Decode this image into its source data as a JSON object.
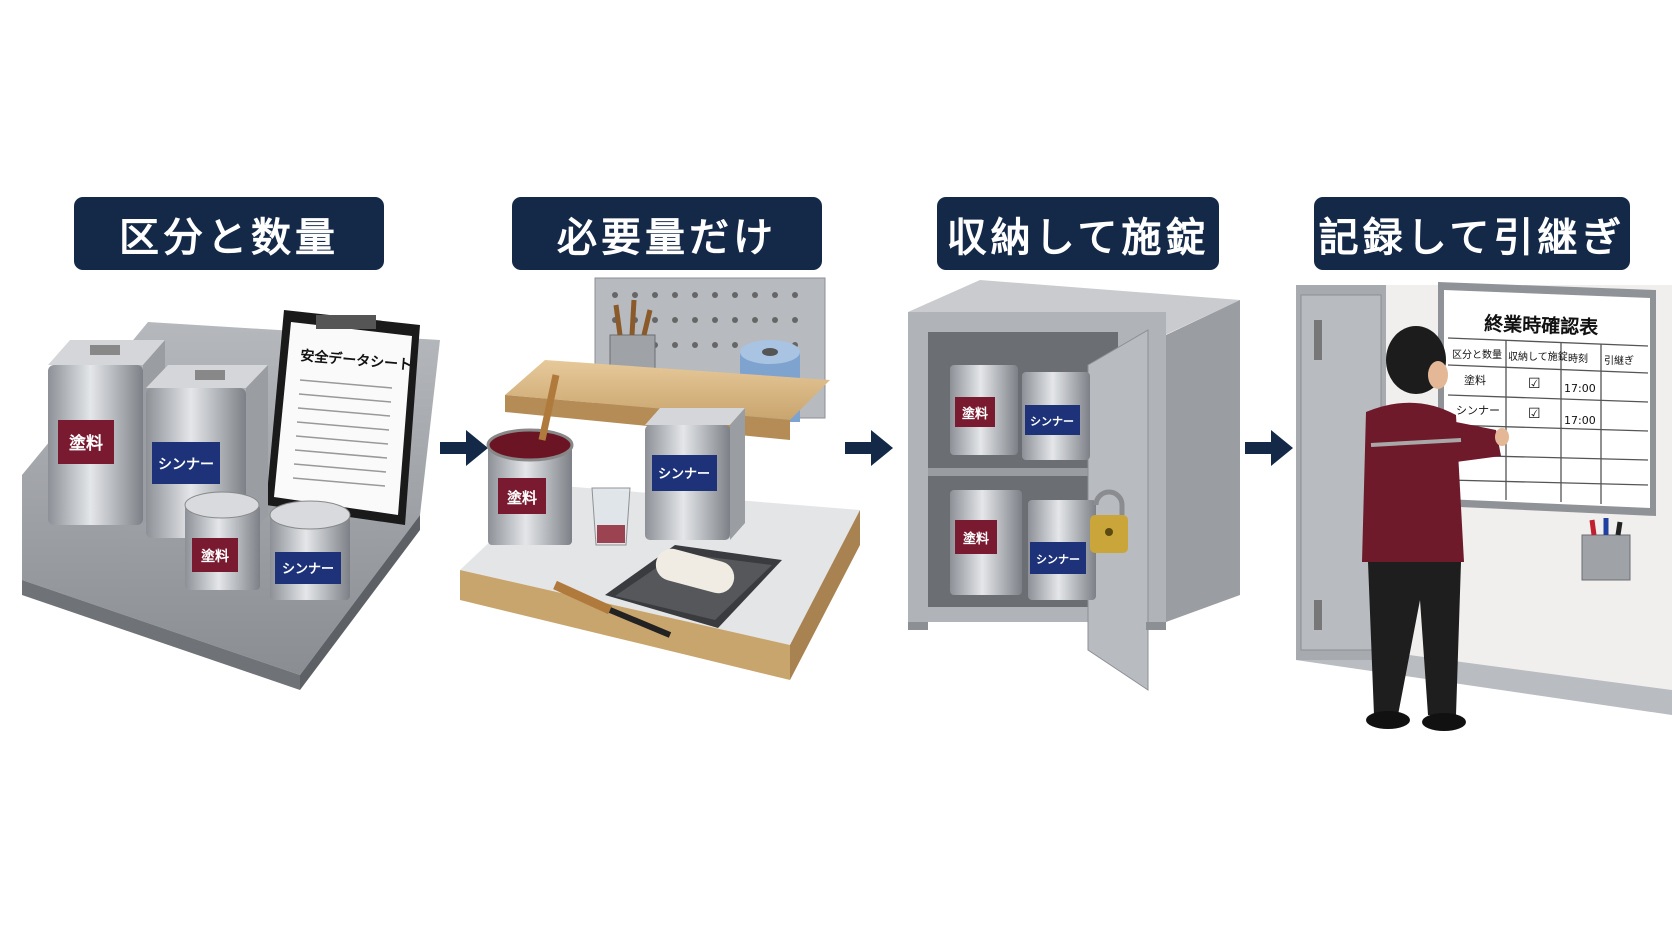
{
  "steps": [
    {
      "title": "区分と数量"
    },
    {
      "title": "必要量だけ"
    },
    {
      "title": "収納して施錠"
    },
    {
      "title": "記録して引継ぎ"
    }
  ],
  "labels": {
    "paint": "塗料",
    "thinner": "シンナー",
    "sds": "安全データシート"
  },
  "board": {
    "title": "終業時確認表",
    "headers": [
      "区分と数量",
      "収納して施錠",
      "時刻",
      "引継ぎ"
    ],
    "rows": [
      {
        "item": "塗料",
        "check": "☑",
        "time": "17:00"
      },
      {
        "item": "シンナー",
        "check": "☑",
        "time": "17:00"
      }
    ]
  },
  "colors": {
    "title_bg": "#142848",
    "paint_label": "#7a1a30",
    "thinner_label": "#1d3278",
    "arrow": "#142848",
    "uniform": "#6e1a2a"
  },
  "icons": [
    "right-arrow-icon",
    "padlock-icon"
  ]
}
